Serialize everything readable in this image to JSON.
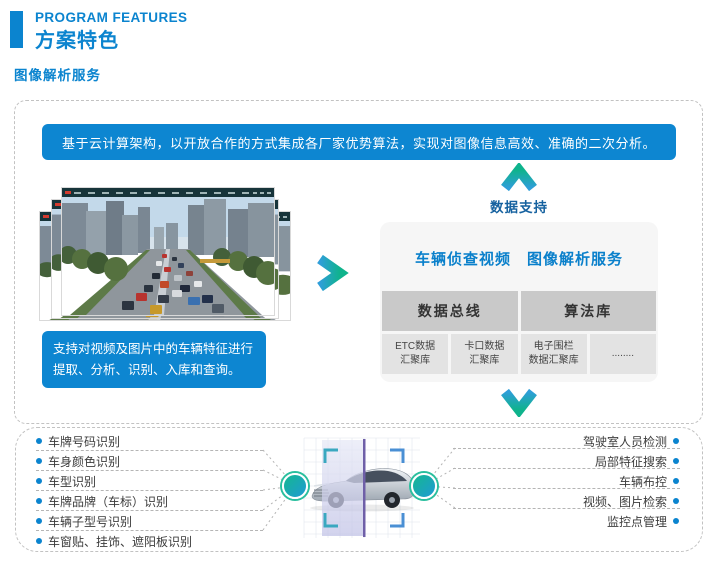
{
  "header": {
    "eyebrow": "PROGRAM FEATURES",
    "title": "方案特色",
    "section_title": "图像解析服务"
  },
  "intro_banner": "基于云计算架构，以开放合作的方式集成各厂家优势算法，实现对图像信息高效、准确的二次分析。",
  "photo_caption": "支持对视频及图片中的车辆特征进行提取、分析、识别、入库和查询。",
  "data_support_label": "数据支持",
  "service_panel": {
    "title": "车辆侦查视频　图像解析服务",
    "columns": [
      {
        "header": "数据总线"
      },
      {
        "header": "算法库"
      }
    ],
    "cells": [
      {
        "l1": "ETC数据",
        "l2": "汇聚库"
      },
      {
        "l1": "卡口数据",
        "l2": "汇聚库"
      },
      {
        "l1": "电子围栏",
        "l2": "数据汇聚库"
      },
      {
        "l1": "........",
        "l2": ""
      }
    ]
  },
  "left_features": [
    "车牌号码识别",
    "车身颜色识别",
    "车型识别",
    "车牌品牌（车标）识别",
    "车辆子型号识别",
    "车窗贴、挂饰、遮阳板识别"
  ],
  "right_features": [
    "驾驶室人员检测",
    "局部特征搜索",
    "车辆布控",
    "视频、图片检索",
    "监控点管理"
  ],
  "colors": {
    "accent_blue": "#0b84cf",
    "banner_blue": "#0d86d1",
    "deep_blue": "#15619f",
    "gradient_blue": "#2f9ed9",
    "gradient_green": "#0fb38c",
    "panel_bg": "#f6f6f6",
    "cell_header_gray": "#c9c9c9",
    "cell_sub_gray": "#e3e3e3"
  }
}
